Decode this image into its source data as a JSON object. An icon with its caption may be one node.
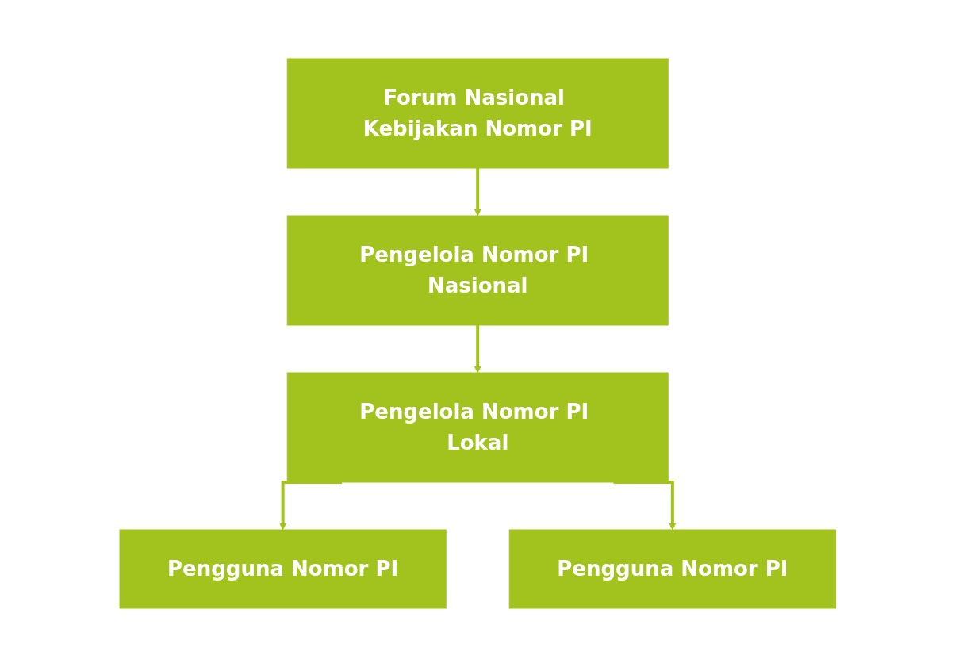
{
  "diagram": {
    "nodes": [
      {
        "text": [
          "Forum Nasional Kebijakan Nomor PI"
        ]
      },
      {
        "text": [
          "Pengelola Nomor PI Nasional"
        ]
      },
      {
        "text": [
          "Pengelola Nomor PI Lokal"
        ]
      },
      {
        "text": [
          "Pengguna Nomor PI"
        ]
      },
      {
        "text": [
          "Pengguna Nomor PI"
        ]
      }
    ],
    "edges": [
      {
        "from": 0,
        "to": 1,
        "arrow": "to"
      },
      {
        "from": 1,
        "to": 2,
        "arrow": "to"
      },
      {
        "from": 2,
        "to": 3,
        "arrow": "to"
      },
      {
        "from": 2,
        "to": 4,
        "arrow": "to"
      }
    ]
  }
}
